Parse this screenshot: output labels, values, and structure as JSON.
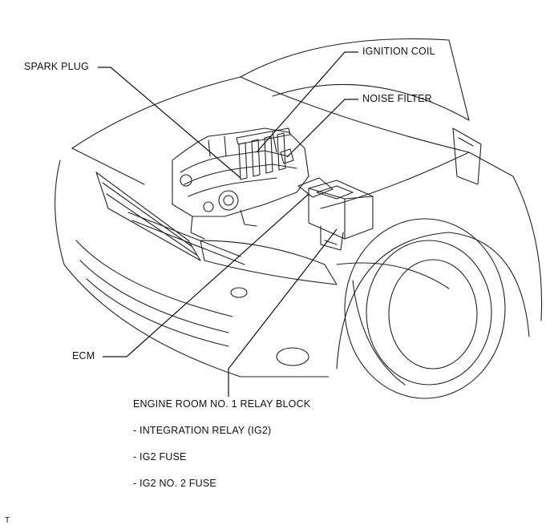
{
  "labels": {
    "spark_plug": "SPARK PLUG",
    "ignition_coil": "IGNITION COIL",
    "noise_filter": "NOISE FILTER",
    "ecm": "ECM",
    "relay_block": "ENGINE ROOM NO. 1 RELAY BLOCK",
    "relay_items": [
      "- INTEGRATION RELAY (IG2)",
      "- IG2 FUSE",
      "- IG2 NO. 2 FUSE"
    ]
  },
  "corner_mark": "T"
}
